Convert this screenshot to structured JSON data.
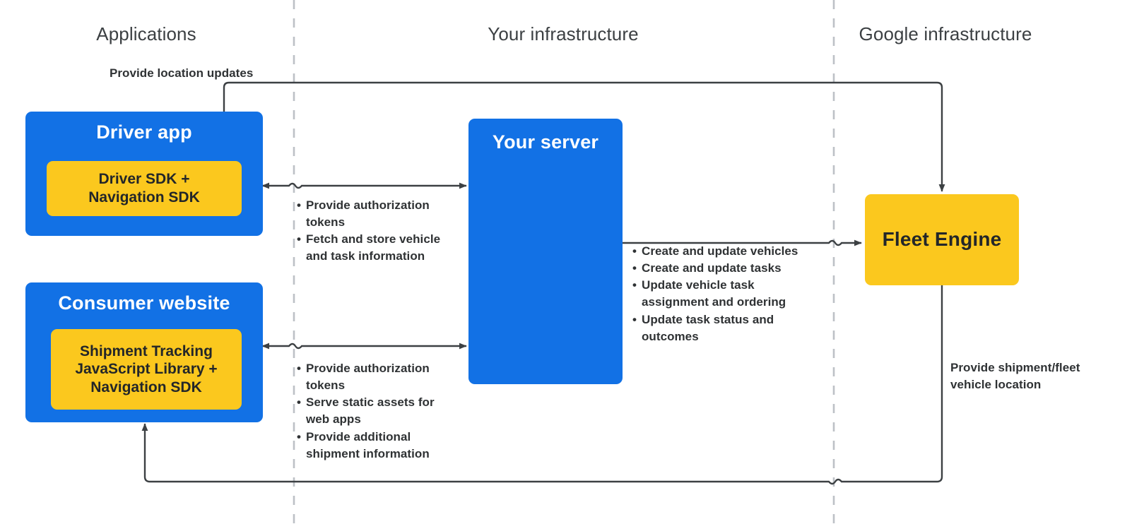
{
  "zones": [
    {
      "label": "Applications"
    },
    {
      "label": "Your infrastructure"
    },
    {
      "label": "Google infrastructure"
    }
  ],
  "nodes": {
    "driver_app": {
      "title": "Driver app",
      "inner_label": "Driver SDK +\nNavigation SDK"
    },
    "consumer_website": {
      "title": "Consumer website",
      "inner_label": "Shipment Tracking\nJavaScript Library  +\nNavigation SDK"
    },
    "your_server": {
      "title": "Your server"
    },
    "fleet_engine": {
      "title": "Fleet Engine"
    }
  },
  "annotations": {
    "location_updates": "Provide location updates",
    "shipment_fleet_location": "Provide shipment/fleet\nvehicle location",
    "driver_server_bullets": [
      "Provide authorization tokens",
      "Fetch and store vehicle and task information"
    ],
    "consumer_server_bullets": [
      "Provide authorization tokens",
      "Serve static assets for web apps",
      "Provide additional shipment information"
    ],
    "server_fleet_bullets": [
      "Create and update vehicles",
      "Create and update tasks",
      "Update vehicle task assignment and ordering",
      "Update task status and outcomes"
    ]
  },
  "colors": {
    "blue": "#1271e5",
    "yellow": "#fbc81e",
    "line": "#3c4043",
    "divider": "#bdc1c6",
    "text_dark": "#2f3234",
    "heading": "#3c4043"
  }
}
